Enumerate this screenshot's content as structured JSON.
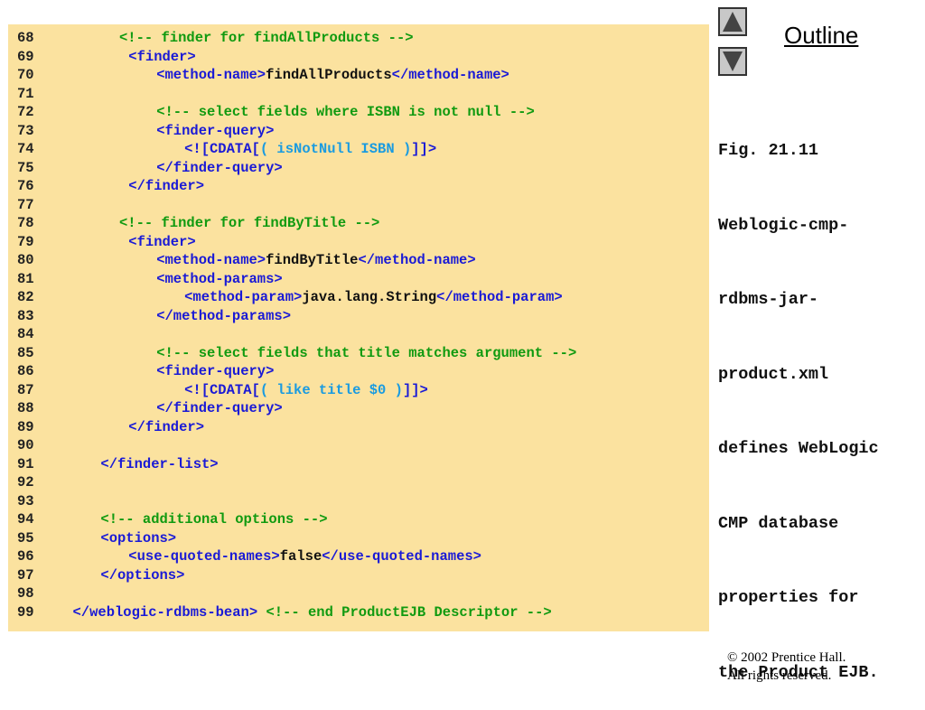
{
  "outline": {
    "label": "Outline"
  },
  "navigation": {
    "up_icon": "triangle-up",
    "down_icon": "triangle-down"
  },
  "caption": {
    "lines": [
      "Fig. 21.11",
      "Weblogic-cmp-",
      "rdbms-jar-",
      "product.xml",
      "defines WebLogic",
      "CMP database",
      "properties for",
      "the Product EJB."
    ]
  },
  "footer": {
    "copyright": "© 2002 Prentice Hall.",
    "rights": "All rights reserved."
  },
  "colors": {
    "panel": "#fbe29f",
    "tag": "#1a1ad6",
    "comment": "#109a10",
    "text": "#111111",
    "cdata": "#1a9be0"
  },
  "code": {
    "lines": [
      {
        "num": "68",
        "indent": 10,
        "segs": [
          [
            "cmt",
            "<!-- finder for findAllProducts -->"
          ]
        ]
      },
      {
        "num": "69",
        "indent": 11,
        "segs": [
          [
            "tag",
            "<finder>"
          ]
        ]
      },
      {
        "num": "70",
        "indent": 14,
        "segs": [
          [
            "tag",
            "<method-name>"
          ],
          [
            "txt",
            "findAllProducts"
          ],
          [
            "tag",
            "</method-name>"
          ]
        ]
      },
      {
        "num": "71",
        "indent": 0,
        "segs": []
      },
      {
        "num": "72",
        "indent": 14,
        "segs": [
          [
            "cmt",
            "<!-- select fields where ISBN is not null -->"
          ]
        ]
      },
      {
        "num": "73",
        "indent": 14,
        "segs": [
          [
            "tag",
            "<finder-query>"
          ]
        ]
      },
      {
        "num": "74",
        "indent": 17,
        "segs": [
          [
            "tag",
            "<![CDATA["
          ],
          [
            "cdata",
            "( isNotNull ISBN )"
          ],
          [
            "tag",
            "]]>"
          ]
        ]
      },
      {
        "num": "75",
        "indent": 14,
        "segs": [
          [
            "tag",
            "</finder-query>"
          ]
        ]
      },
      {
        "num": "76",
        "indent": 11,
        "segs": [
          [
            "tag",
            "</finder>"
          ]
        ]
      },
      {
        "num": "77",
        "indent": 0,
        "segs": []
      },
      {
        "num": "78",
        "indent": 10,
        "segs": [
          [
            "cmt",
            "<!-- finder for findByTitle -->"
          ]
        ]
      },
      {
        "num": "79",
        "indent": 11,
        "segs": [
          [
            "tag",
            "<finder>"
          ]
        ]
      },
      {
        "num": "80",
        "indent": 14,
        "segs": [
          [
            "tag",
            "<method-name>"
          ],
          [
            "txt",
            "findByTitle"
          ],
          [
            "tag",
            "</method-name>"
          ]
        ]
      },
      {
        "num": "81",
        "indent": 14,
        "segs": [
          [
            "tag",
            "<method-params>"
          ]
        ]
      },
      {
        "num": "82",
        "indent": 17,
        "segs": [
          [
            "tag",
            "<method-param>"
          ],
          [
            "txt",
            "java.lang.String"
          ],
          [
            "tag",
            "</method-param>"
          ]
        ]
      },
      {
        "num": "83",
        "indent": 14,
        "segs": [
          [
            "tag",
            "</method-params>"
          ]
        ]
      },
      {
        "num": "84",
        "indent": 0,
        "segs": []
      },
      {
        "num": "85",
        "indent": 14,
        "segs": [
          [
            "cmt",
            "<!-- select fields that title matches argument -->"
          ]
        ]
      },
      {
        "num": "86",
        "indent": 14,
        "segs": [
          [
            "tag",
            "<finder-query>"
          ]
        ]
      },
      {
        "num": "87",
        "indent": 17,
        "segs": [
          [
            "tag",
            "<![CDATA["
          ],
          [
            "cdata",
            "( like title $0 )"
          ],
          [
            "tag",
            "]]>"
          ]
        ]
      },
      {
        "num": "88",
        "indent": 14,
        "segs": [
          [
            "tag",
            "</finder-query>"
          ]
        ]
      },
      {
        "num": "89",
        "indent": 11,
        "segs": [
          [
            "tag",
            "</finder>"
          ]
        ]
      },
      {
        "num": "90",
        "indent": 0,
        "segs": []
      },
      {
        "num": "91",
        "indent": 8,
        "segs": [
          [
            "tag",
            "</finder-list>"
          ]
        ]
      },
      {
        "num": "92",
        "indent": 0,
        "segs": []
      },
      {
        "num": "93",
        "indent": 0,
        "segs": []
      },
      {
        "num": "94",
        "indent": 8,
        "segs": [
          [
            "cmt",
            "<!-- additional options -->"
          ]
        ]
      },
      {
        "num": "95",
        "indent": 8,
        "segs": [
          [
            "tag",
            "<options>"
          ]
        ]
      },
      {
        "num": "96",
        "indent": 11,
        "segs": [
          [
            "tag",
            "<use-quoted-names>"
          ],
          [
            "txt",
            "false"
          ],
          [
            "tag",
            "</use-quoted-names>"
          ]
        ]
      },
      {
        "num": "97",
        "indent": 8,
        "segs": [
          [
            "tag",
            "</options>"
          ]
        ]
      },
      {
        "num": "98",
        "indent": 0,
        "segs": []
      },
      {
        "num": "99",
        "indent": 5,
        "segs": [
          [
            "tag",
            "</weblogic-rdbms-bean>"
          ],
          [
            "txt",
            " "
          ],
          [
            "cmt",
            "<!-- end ProductEJB Descriptor -->"
          ]
        ]
      }
    ]
  }
}
